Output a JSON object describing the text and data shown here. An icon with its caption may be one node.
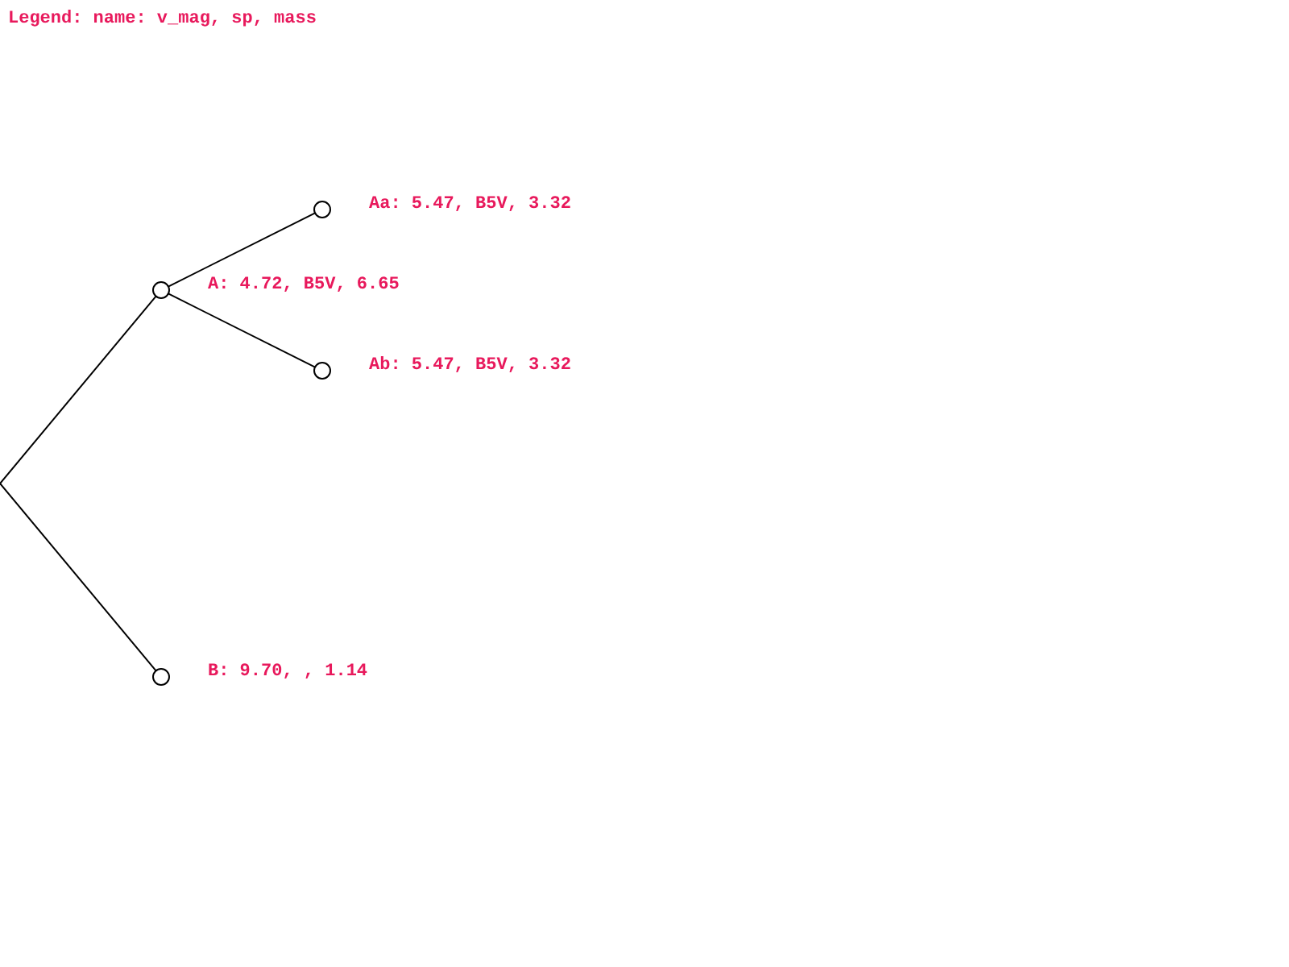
{
  "diagram": {
    "title": "Legend: name: v_mag, sp, mass",
    "nodes": [
      {
        "text": [],
        "shape": "circle",
        "beside": [
          "Aa: 5.47, B5V, 3.32"
        ]
      },
      {
        "text": [],
        "shape": "circle",
        "beside": [
          "A: 4.72, B5V, 6.65"
        ]
      },
      {
        "text": [],
        "shape": "circle",
        "beside": [
          "Ab: 5.47, B5V, 3.32"
        ]
      },
      {
        "text": [],
        "shape": "circle",
        "beside": [
          "B: 9.70, , 1.14"
        ]
      }
    ],
    "edges": [
      {
        "from": null,
        "to": 1,
        "arrow": "none"
      },
      {
        "from": 1,
        "to": 0,
        "arrow": "none"
      },
      {
        "from": 1,
        "to": 2,
        "arrow": "none"
      },
      {
        "from": null,
        "to": 3,
        "arrow": "none"
      }
    ]
  }
}
